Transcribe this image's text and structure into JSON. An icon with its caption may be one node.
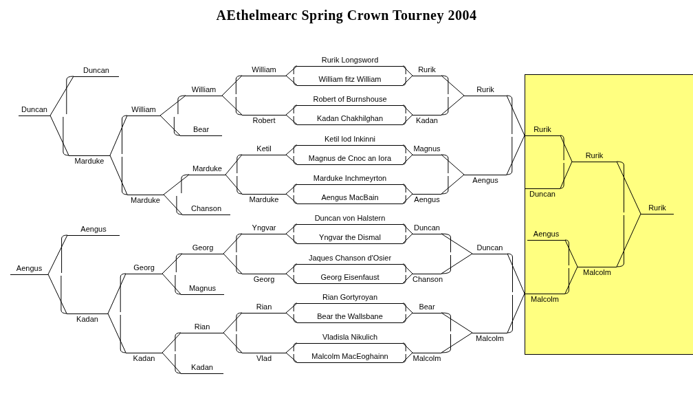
{
  "diagram": {
    "title": "AEthelmearc Spring Crown Tourney 2004",
    "nodes": [
      {
        "text": [
          "Rurik Longsword"
        ]
      },
      {
        "text": [
          "William fitz William"
        ]
      },
      {
        "text": [
          "Robert of Burnshouse"
        ]
      },
      {
        "text": [
          "Kadan Chakhilghan"
        ]
      },
      {
        "text": [
          "Ketil lod Inkinni"
        ]
      },
      {
        "text": [
          "Magnus de Cnoc an Iora"
        ]
      },
      {
        "text": [
          "Marduke Inchmeyrton"
        ]
      },
      {
        "text": [
          "Aengus MacBain"
        ]
      },
      {
        "text": [
          "Duncan von Halstern"
        ]
      },
      {
        "text": [
          "Yngvar the Dismal"
        ]
      },
      {
        "text": [
          "Jaques Chanson d'Osier"
        ]
      },
      {
        "text": [
          "Georg Eisenfaust"
        ]
      },
      {
        "text": [
          "Rian Gortyroyan"
        ]
      },
      {
        "text": [
          "Bear the Wallsbane"
        ]
      },
      {
        "text": [
          "Vladisla Nikulich"
        ]
      },
      {
        "text": [
          "Malcolm MacEoghainn"
        ]
      },
      {
        "text": [
          "Rurik"
        ]
      },
      {
        "text": [
          "Kadan"
        ]
      },
      {
        "text": [
          "Magnus"
        ]
      },
      {
        "text": [
          "Aengus"
        ]
      },
      {
        "text": [
          "Duncan"
        ]
      },
      {
        "text": [
          "Chanson"
        ]
      },
      {
        "text": [
          "Bear"
        ]
      },
      {
        "text": [
          "Malcolm"
        ]
      },
      {
        "text": [
          "William"
        ]
      },
      {
        "text": [
          "Robert"
        ]
      },
      {
        "text": [
          "Ketil"
        ]
      },
      {
        "text": [
          "Marduke"
        ]
      },
      {
        "text": [
          "Yngvar"
        ]
      },
      {
        "text": [
          "Georg"
        ]
      },
      {
        "text": [
          "Rian"
        ]
      },
      {
        "text": [
          "Vlad"
        ]
      },
      {
        "text": [
          "Rurik"
        ]
      },
      {
        "text": [
          "Aengus"
        ]
      },
      {
        "text": [
          "Duncan"
        ]
      },
      {
        "text": [
          "Malcolm"
        ]
      },
      {
        "text": [
          "Rurik"
        ]
      },
      {
        "text": [
          "Malcolm"
        ]
      },
      {
        "text": [
          "Duncan"
        ]
      },
      {
        "text": [
          "Aengus"
        ]
      },
      {
        "text": [
          "Rurik"
        ]
      },
      {
        "text": [
          "Malcolm"
        ]
      },
      {
        "text": [
          "Rurik"
        ]
      },
      {
        "text": [
          "William"
        ]
      },
      {
        "text": [
          "Bear"
        ]
      },
      {
        "text": [
          "William"
        ]
      },
      {
        "text": [
          "Marduke"
        ]
      },
      {
        "text": [
          "Chanson"
        ]
      },
      {
        "text": [
          "Marduke"
        ]
      },
      {
        "text": [
          "Marduke"
        ]
      },
      {
        "text": [
          "Duncan"
        ]
      },
      {
        "text": [
          "Duncan"
        ]
      },
      {
        "text": [
          "Georg"
        ]
      },
      {
        "text": [
          "Magnus"
        ]
      },
      {
        "text": [
          "Georg"
        ]
      },
      {
        "text": [
          "Rian"
        ]
      },
      {
        "text": [
          "Kadan"
        ]
      },
      {
        "text": [
          "Kadan"
        ]
      },
      {
        "text": [
          "Kadan"
        ]
      },
      {
        "text": [
          "Aengus"
        ]
      },
      {
        "text": [
          "Aengus"
        ]
      }
    ],
    "edges": [
      {
        "from": 0,
        "to": 16,
        "arrow": "none"
      },
      {
        "from": 1,
        "to": 16,
        "arrow": "none"
      },
      {
        "from": 0,
        "to": 24,
        "arrow": "none"
      },
      {
        "from": 1,
        "to": 24,
        "arrow": "none"
      },
      {
        "from": 2,
        "to": 17,
        "arrow": "none"
      },
      {
        "from": 3,
        "to": 17,
        "arrow": "none"
      },
      {
        "from": 2,
        "to": 25,
        "arrow": "none"
      },
      {
        "from": 3,
        "to": 25,
        "arrow": "none"
      },
      {
        "from": 4,
        "to": 18,
        "arrow": "none"
      },
      {
        "from": 5,
        "to": 18,
        "arrow": "none"
      },
      {
        "from": 4,
        "to": 26,
        "arrow": "none"
      },
      {
        "from": 5,
        "to": 26,
        "arrow": "none"
      },
      {
        "from": 6,
        "to": 19,
        "arrow": "none"
      },
      {
        "from": 7,
        "to": 19,
        "arrow": "none"
      },
      {
        "from": 6,
        "to": 27,
        "arrow": "none"
      },
      {
        "from": 7,
        "to": 27,
        "arrow": "none"
      },
      {
        "from": 8,
        "to": 20,
        "arrow": "none"
      },
      {
        "from": 9,
        "to": 20,
        "arrow": "none"
      },
      {
        "from": 8,
        "to": 28,
        "arrow": "none"
      },
      {
        "from": 9,
        "to": 28,
        "arrow": "none"
      },
      {
        "from": 10,
        "to": 21,
        "arrow": "none"
      },
      {
        "from": 11,
        "to": 21,
        "arrow": "none"
      },
      {
        "from": 10,
        "to": 29,
        "arrow": "none"
      },
      {
        "from": 11,
        "to": 29,
        "arrow": "none"
      },
      {
        "from": 12,
        "to": 22,
        "arrow": "none"
      },
      {
        "from": 13,
        "to": 22,
        "arrow": "none"
      },
      {
        "from": 12,
        "to": 30,
        "arrow": "none"
      },
      {
        "from": 13,
        "to": 30,
        "arrow": "none"
      },
      {
        "from": 14,
        "to": 23,
        "arrow": "none"
      },
      {
        "from": 15,
        "to": 23,
        "arrow": "none"
      },
      {
        "from": 14,
        "to": 31,
        "arrow": "none"
      },
      {
        "from": 15,
        "to": 31,
        "arrow": "none"
      },
      {
        "from": 16,
        "to": 32,
        "arrow": "none"
      },
      {
        "from": 17,
        "to": 32,
        "arrow": "none"
      },
      {
        "from": 18,
        "to": 33,
        "arrow": "none"
      },
      {
        "from": 19,
        "to": 33,
        "arrow": "none"
      },
      {
        "from": 20,
        "to": 34,
        "arrow": "none"
      },
      {
        "from": 21,
        "to": 34,
        "arrow": "none"
      },
      {
        "from": 22,
        "to": 35,
        "arrow": "none"
      },
      {
        "from": 23,
        "to": 35,
        "arrow": "none"
      },
      {
        "from": 32,
        "to": 36,
        "arrow": "none"
      },
      {
        "from": 33,
        "to": 36,
        "arrow": "none"
      },
      {
        "from": 34,
        "to": 37,
        "arrow": "none"
      },
      {
        "from": 35,
        "to": 37,
        "arrow": "none"
      },
      {
        "from": 36,
        "to": 40,
        "arrow": "none"
      },
      {
        "from": 38,
        "to": 40,
        "arrow": "none"
      },
      {
        "from": 39,
        "to": 41,
        "arrow": "none"
      },
      {
        "from": 37,
        "to": 41,
        "arrow": "none"
      },
      {
        "from": 40,
        "to": 42,
        "arrow": "none"
      },
      {
        "from": 41,
        "to": 42,
        "arrow": "none"
      },
      {
        "from": 24,
        "to": 43,
        "arrow": "none"
      },
      {
        "from": 25,
        "to": 43,
        "arrow": "none"
      },
      {
        "from": 43,
        "to": 45,
        "arrow": "none"
      },
      {
        "from": 44,
        "to": 45,
        "arrow": "none"
      },
      {
        "from": 26,
        "to": 46,
        "arrow": "none"
      },
      {
        "from": 27,
        "to": 46,
        "arrow": "none"
      },
      {
        "from": 46,
        "to": 48,
        "arrow": "none"
      },
      {
        "from": 47,
        "to": 48,
        "arrow": "none"
      },
      {
        "from": 45,
        "to": 49,
        "arrow": "none"
      },
      {
        "from": 48,
        "to": 49,
        "arrow": "none"
      },
      {
        "from": 50,
        "to": 51,
        "arrow": "none"
      },
      {
        "from": 49,
        "to": 51,
        "arrow": "none"
      },
      {
        "from": 28,
        "to": 52,
        "arrow": "none"
      },
      {
        "from": 29,
        "to": 52,
        "arrow": "none"
      },
      {
        "from": 52,
        "to": 54,
        "arrow": "none"
      },
      {
        "from": 53,
        "to": 54,
        "arrow": "none"
      },
      {
        "from": 30,
        "to": 55,
        "arrow": "none"
      },
      {
        "from": 31,
        "to": 55,
        "arrow": "none"
      },
      {
        "from": 55,
        "to": 57,
        "arrow": "none"
      },
      {
        "from": 56,
        "to": 57,
        "arrow": "none"
      },
      {
        "from": 54,
        "to": 58,
        "arrow": "none"
      },
      {
        "from": 57,
        "to": 58,
        "arrow": "none"
      },
      {
        "from": 59,
        "to": 60,
        "arrow": "none"
      },
      {
        "from": 58,
        "to": 60,
        "arrow": "none"
      }
    ]
  }
}
